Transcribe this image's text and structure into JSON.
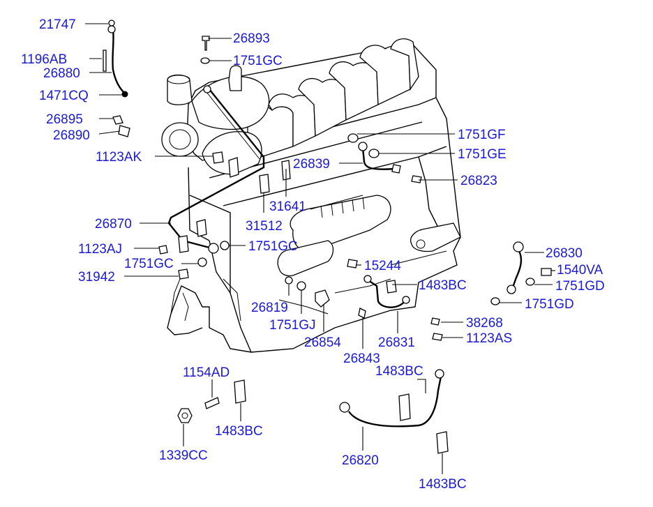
{
  "labels": [
    {
      "id": "21747",
      "text": "21747"
    },
    {
      "id": "1196AB",
      "text": "1196AB"
    },
    {
      "id": "26880",
      "text": "26880"
    },
    {
      "id": "1471CQ",
      "text": "1471CQ"
    },
    {
      "id": "26895",
      "text": "26895"
    },
    {
      "id": "26890",
      "text": "26890"
    },
    {
      "id": "1123AK",
      "text": "1123AK"
    },
    {
      "id": "26893",
      "text": "26893"
    },
    {
      "id": "1751GC_top",
      "text": "1751GC"
    },
    {
      "id": "1751GF",
      "text": "1751GF"
    },
    {
      "id": "1751GE",
      "text": "1751GE"
    },
    {
      "id": "26839",
      "text": "26839"
    },
    {
      "id": "26823",
      "text": "26823"
    },
    {
      "id": "31641",
      "text": "31641"
    },
    {
      "id": "26870",
      "text": "26870"
    },
    {
      "id": "31512",
      "text": "31512"
    },
    {
      "id": "1751GC_mid",
      "text": "1751GC"
    },
    {
      "id": "1123AJ",
      "text": "1123AJ"
    },
    {
      "id": "1751GC_low",
      "text": "1751GC"
    },
    {
      "id": "31942",
      "text": "31942"
    },
    {
      "id": "15244",
      "text": "15244"
    },
    {
      "id": "26830",
      "text": "26830"
    },
    {
      "id": "1540VA",
      "text": "1540VA"
    },
    {
      "id": "1751GD_a",
      "text": "1751GD"
    },
    {
      "id": "1751GD_b",
      "text": "1751GD"
    },
    {
      "id": "1483BC_a",
      "text": "1483BC"
    },
    {
      "id": "26819",
      "text": "26819"
    },
    {
      "id": "1751GJ",
      "text": "1751GJ"
    },
    {
      "id": "26854",
      "text": "26854"
    },
    {
      "id": "26831",
      "text": "26831"
    },
    {
      "id": "38268",
      "text": "38268"
    },
    {
      "id": "1123AS",
      "text": "1123AS"
    },
    {
      "id": "26843",
      "text": "26843"
    },
    {
      "id": "1154AD",
      "text": "1154AD"
    },
    {
      "id": "1483BC_b",
      "text": "1483BC"
    },
    {
      "id": "1483BC_c",
      "text": "1483BC"
    },
    {
      "id": "1339CC",
      "text": "1339CC"
    },
    {
      "id": "26820",
      "text": "26820"
    },
    {
      "id": "1483BC_d",
      "text": "1483BC"
    }
  ],
  "colors": {
    "label": "#1a1ad6",
    "line": "#000000",
    "background": "#ffffff"
  }
}
